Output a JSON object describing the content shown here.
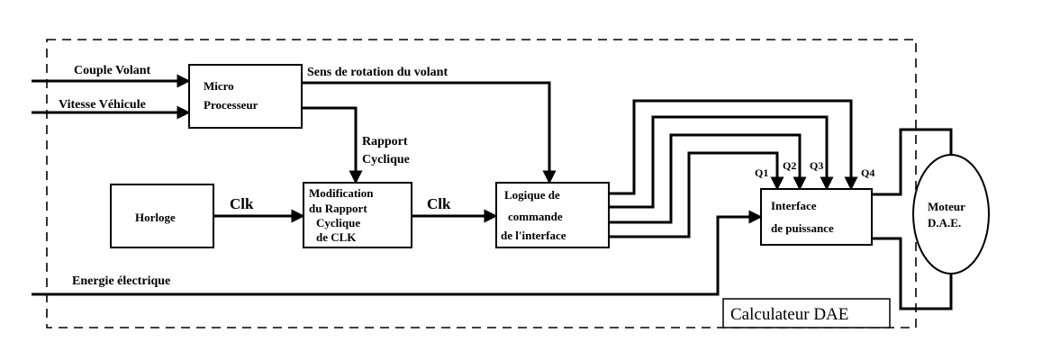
{
  "inputs": {
    "couple_volant": "Couple Volant",
    "vitesse_vehicule": "Vitesse Véhicule",
    "energie": "Energie électrique"
  },
  "signals": {
    "sens_rotation": "Sens de rotation du volant",
    "rapport_line1": "Rapport",
    "rapport_line2": "Cyclique",
    "clk_in": "Clk",
    "clk_out": "Clk"
  },
  "blocks": {
    "microprocesseur": [
      "Micro",
      "Processeur"
    ],
    "horloge": [
      "Horloge"
    ],
    "modification": [
      "Modification",
      "du Rapport",
      "Cyclique",
      "de CLK"
    ],
    "logique": [
      "Logique de",
      "commande",
      "de l'interface"
    ],
    "interface": [
      "Interface",
      "de puissance"
    ],
    "moteur": [
      "Moteur",
      "D.A.E."
    ]
  },
  "outputs_q": [
    "Q1",
    "Q2",
    "Q3",
    "Q4"
  ],
  "enclosure_label": "Calculateur DAE"
}
